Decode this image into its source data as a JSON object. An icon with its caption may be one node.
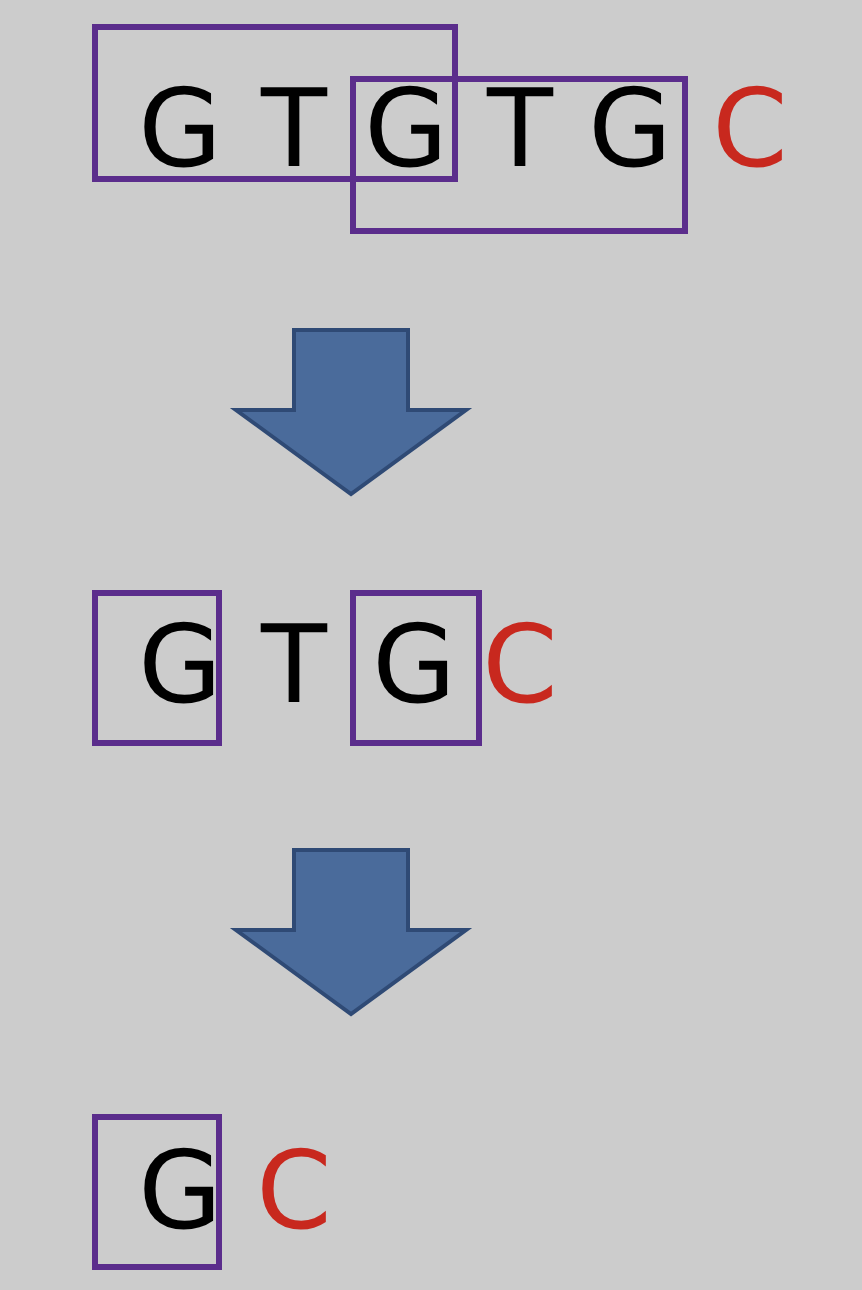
{
  "diagram": {
    "nodes": [
      {
        "text": [],
        "shape": "box"
      },
      {
        "text": [],
        "shape": "box"
      },
      {
        "text": [],
        "shape": "box"
      },
      {
        "text": [],
        "shape": "box"
      },
      {
        "text": [],
        "shape": "box"
      }
    ],
    "labels": [
      "G",
      "T",
      "G",
      "T",
      "G",
      "C",
      "G",
      "T",
      "G",
      "C",
      "G",
      "C"
    ]
  }
}
